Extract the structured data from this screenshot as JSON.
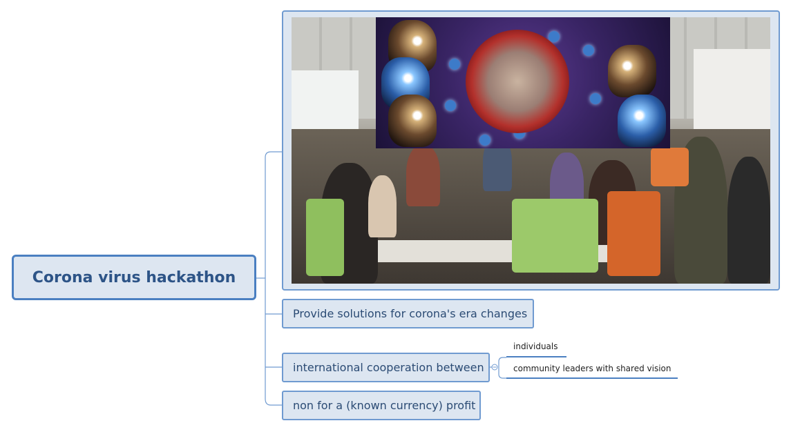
{
  "central_topic": {
    "label": "Corona virus hackathon"
  },
  "topics": [
    {
      "label": "Provide solutions for corona's era changes"
    },
    {
      "label": "international cooperation between",
      "subtopics": [
        {
          "label": "individuals"
        },
        {
          "label": "community leaders with shared vision"
        }
      ]
    },
    {
      "label": "non for a (known currency) profit"
    }
  ],
  "colors": {
    "accent": "#4a7fc1",
    "topic_fill": "#dde6f1",
    "text": "#2b4b74"
  }
}
